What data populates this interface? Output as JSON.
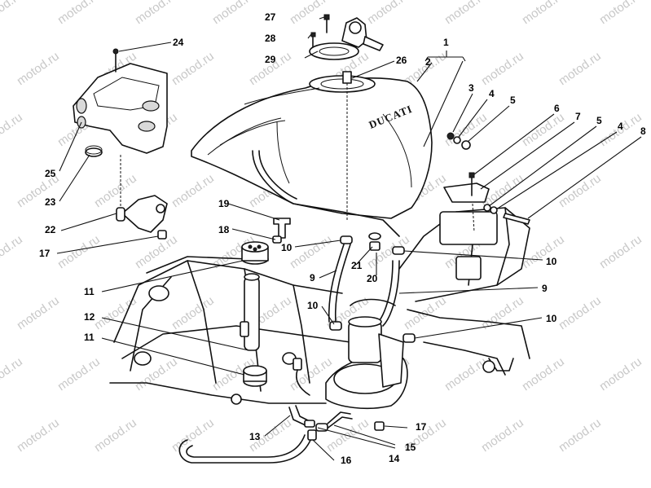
{
  "watermark": "motod.ru",
  "brand_text": "DUCATI",
  "callouts": {
    "c1": "1",
    "c2": "2",
    "c3": "3",
    "c4a": "4",
    "c4b": "4",
    "c5a": "5",
    "c5b": "5",
    "c6": "6",
    "c7": "7",
    "c8": "8",
    "c9a": "9",
    "c9b": "9",
    "c10a": "10",
    "c10b": "10",
    "c10c": "10",
    "c10d": "10",
    "c11a": "11",
    "c11b": "11",
    "c12": "12",
    "c13": "13",
    "c14": "14",
    "c15": "15",
    "c16": "16",
    "c17a": "17",
    "c17b": "17",
    "c18": "18",
    "c19": "19",
    "c20": "20",
    "c21": "21",
    "c22": "22",
    "c23": "23",
    "c24": "24",
    "c25": "25",
    "c26": "26",
    "c27": "27",
    "c28": "28",
    "c29": "29"
  }
}
